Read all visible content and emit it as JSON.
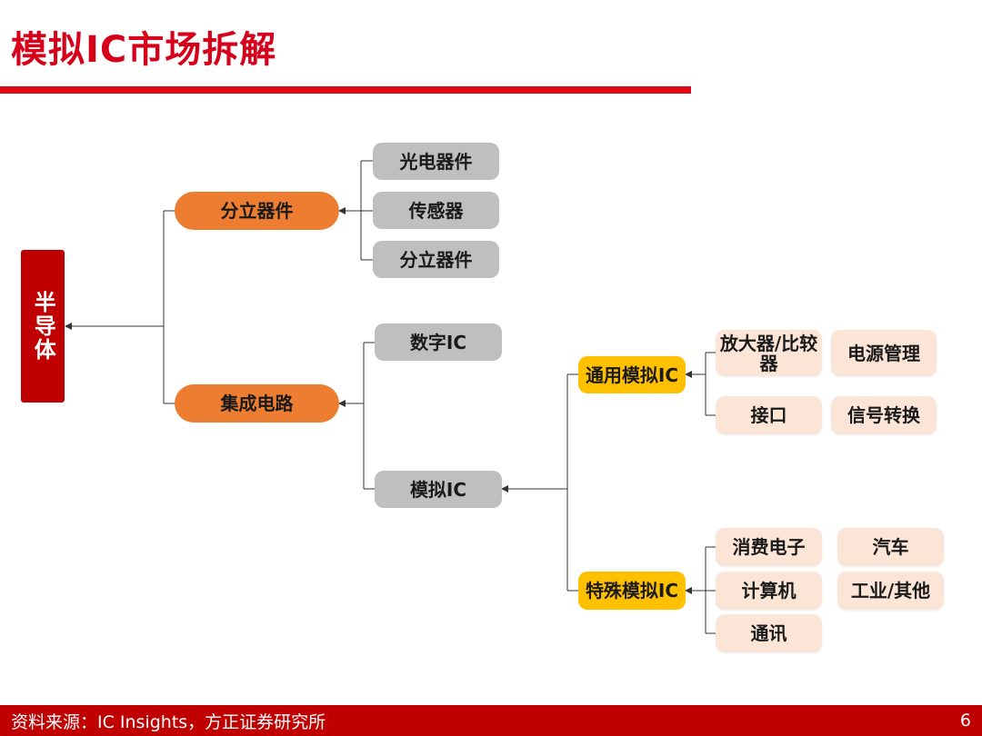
{
  "header": {
    "title": "模拟IC市场拆解"
  },
  "diagram": {
    "root": "半导体",
    "discrete": {
      "label": "分立器件",
      "children": [
        "光电器件",
        "传感器",
        "分立器件"
      ]
    },
    "ic": {
      "label": "集成电路",
      "digital": "数字IC",
      "analog": "模拟IC"
    },
    "general_analog": {
      "label": "通用模拟IC",
      "items": [
        "放大器/比较器",
        "电源管理",
        "接口",
        "信号转换"
      ]
    },
    "special_analog": {
      "label": "特殊模拟IC",
      "items": [
        "消费电子",
        "汽车",
        "计算机",
        "工业/其他",
        "通讯"
      ]
    }
  },
  "footer": {
    "source": "资料来源：IC Insights，方正证券研究所",
    "page_number": "6"
  },
  "colors": {
    "title": "#d7001b",
    "root": "#c00000",
    "level1": "#ed7d31",
    "level2": "#bfbfbf",
    "analog_type": "#ffc000",
    "leaf": "#fbe5d6"
  }
}
